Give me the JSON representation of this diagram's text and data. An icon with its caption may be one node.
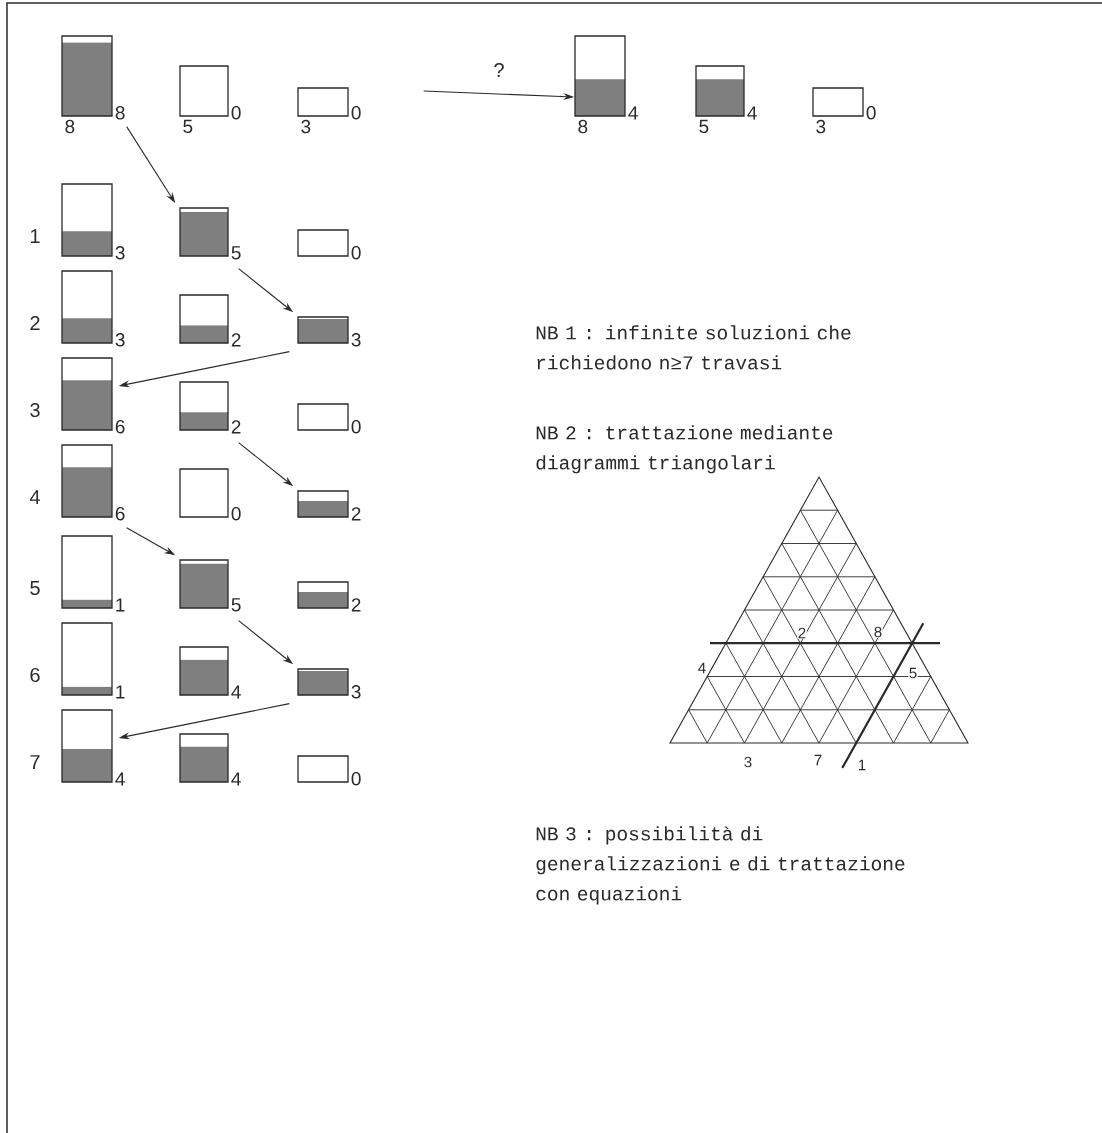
{
  "diagram": {
    "nodes": [
      {
        "text": [],
        "shape": "box",
        "beside": [
          "8",
          "8"
        ]
      },
      {
        "text": [],
        "shape": "box",
        "beside": [
          "0",
          "5"
        ]
      },
      {
        "text": [],
        "shape": "box",
        "beside": [
          "0",
          "3"
        ]
      },
      {
        "text": [],
        "shape": "box",
        "beside": [
          "4",
          "8"
        ]
      },
      {
        "text": [],
        "shape": "box",
        "beside": [
          "4",
          "5"
        ]
      },
      {
        "text": [],
        "shape": "box",
        "beside": [
          "0",
          "3"
        ]
      },
      {
        "text": [],
        "shape": "box",
        "beside": [
          "3"
        ]
      },
      {
        "text": [],
        "shape": "box",
        "beside": [
          "5"
        ]
      },
      {
        "text": [],
        "shape": "box",
        "beside": [
          "0"
        ]
      },
      {
        "text": [],
        "shape": "box",
        "beside": [
          "3"
        ]
      },
      {
        "text": [],
        "shape": "box",
        "beside": [
          "2"
        ]
      },
      {
        "text": [],
        "shape": "box",
        "beside": [
          "3"
        ]
      },
      {
        "text": [],
        "shape": "box",
        "beside": [
          "6"
        ]
      },
      {
        "text": [],
        "shape": "box",
        "beside": [
          "2"
        ]
      },
      {
        "text": [],
        "shape": "box",
        "beside": [
          "0"
        ]
      },
      {
        "text": [],
        "shape": "box",
        "beside": [
          "6"
        ]
      },
      {
        "text": [],
        "shape": "box",
        "beside": [
          "0"
        ]
      },
      {
        "text": [],
        "shape": "box",
        "beside": [
          "2"
        ]
      },
      {
        "text": [],
        "shape": "box",
        "beside": [
          "1"
        ]
      },
      {
        "text": [],
        "shape": "box",
        "beside": [
          "5"
        ]
      },
      {
        "text": [],
        "shape": "box",
        "beside": [
          "2"
        ]
      },
      {
        "text": [],
        "shape": "box",
        "beside": [
          "1"
        ]
      },
      {
        "text": [],
        "shape": "box",
        "beside": [
          "4"
        ]
      },
      {
        "text": [],
        "shape": "box",
        "beside": [
          "3"
        ]
      },
      {
        "text": [],
        "shape": "box",
        "beside": [
          "4"
        ]
      },
      {
        "text": [],
        "shape": "box",
        "beside": [
          "4"
        ]
      },
      {
        "text": [],
        "shape": "box",
        "beside": [
          "0"
        ]
      }
    ],
    "edges": [
      {
        "from": 2,
        "to": 3,
        "arrow": "to",
        "label": "?"
      },
      {
        "from": 0,
        "to": 7,
        "arrow": "to"
      },
      {
        "from": 7,
        "to": 11,
        "arrow": "to"
      },
      {
        "from": 11,
        "to": 12,
        "arrow": "to"
      },
      {
        "from": 13,
        "to": 17,
        "arrow": "to"
      },
      {
        "from": 15,
        "to": 19,
        "arrow": "to"
      },
      {
        "from": 19,
        "to": 23,
        "arrow": "to"
      },
      {
        "from": 23,
        "to": 24,
        "arrow": "to"
      }
    ],
    "labels": [
      "1",
      "2",
      "3",
      "4",
      "5",
      "6",
      "7",
      "NB 1 : infinite soluzioni che richiedono n≥7 travasi",
      "NB 2 : trattazione mediante diagrammi triangolari",
      "2",
      "8",
      "4",
      "5",
      "3",
      "7",
      "1",
      "NB 3 : possibilità di generalizzazioni e di trattazione con equazioni"
    ]
  }
}
